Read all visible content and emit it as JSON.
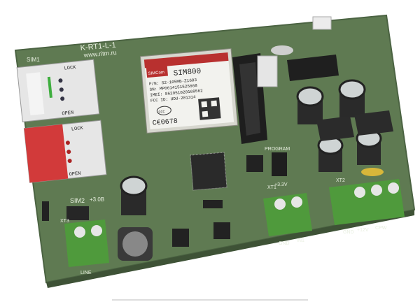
{
  "board": {
    "model_label": "K-RT1-L-1",
    "website": "www.ritm.ru",
    "sim1_label": "SIM1",
    "sim2_label": "SIM2",
    "lock_label": "LOCK",
    "open_label": "OPEN",
    "program_label": "PROGRAM",
    "v33_label": "+3.3V",
    "v30_label": "+3.0B",
    "xt1_label": "XT1",
    "xt2_label": "XT2",
    "xt3_label": "XT3",
    "xt1_pins": [
      "GND",
      "IN1"
    ],
    "xt2_pins": [
      "GND",
      "+12V",
      "CPW"
    ],
    "xt3_pin": "LINE",
    "colors": {
      "pcb": "#5f7a52",
      "terminal": "#4f9a3c",
      "sim_red": "#d23a3a"
    }
  },
  "module": {
    "brand": "SIMCom",
    "name": "SIM800",
    "pn": "P/N: S2-105MB-Z1603",
    "sn": "SN: MP0614151525668",
    "imei": "IMEI: 862951020169562",
    "fcc": "FCC ID: UDU-201314",
    "ce": "C€0678",
    "ccc": "CCC"
  }
}
